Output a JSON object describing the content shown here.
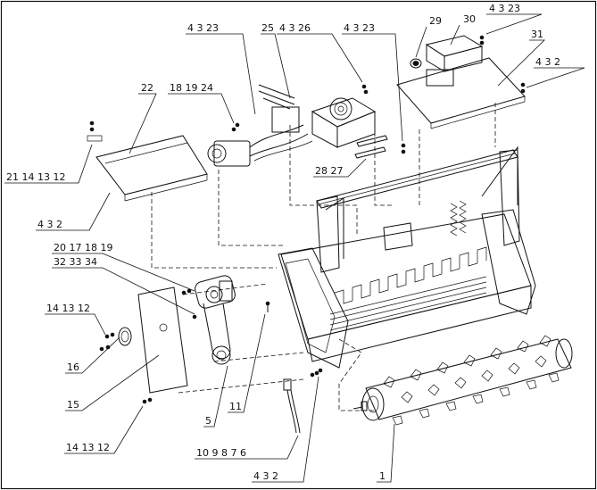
{
  "callouts": [
    {
      "id": "c1",
      "text": "4 3 23"
    },
    {
      "id": "c2",
      "text": "25"
    },
    {
      "id": "c3",
      "text": "4 3 26"
    },
    {
      "id": "c4",
      "text": "4 3 23"
    },
    {
      "id": "c5",
      "text": "29"
    },
    {
      "id": "c6",
      "text": "30"
    },
    {
      "id": "c7",
      "text": "4 3 23"
    },
    {
      "id": "c8",
      "text": "31"
    },
    {
      "id": "c9",
      "text": "4 3 2"
    },
    {
      "id": "c10",
      "text": "22"
    },
    {
      "id": "c11",
      "text": "18 19 24"
    },
    {
      "id": "c12",
      "text": "21 14 13 12"
    },
    {
      "id": "c13",
      "text": "4 3 2"
    },
    {
      "id": "c14",
      "text": "28 27"
    },
    {
      "id": "c15",
      "text": "20 17 18 19"
    },
    {
      "id": "c16",
      "text": "32 33 34"
    },
    {
      "id": "c17",
      "text": "14 13 12"
    },
    {
      "id": "c18",
      "text": "16"
    },
    {
      "id": "c19",
      "text": "15"
    },
    {
      "id": "c20",
      "text": "5"
    },
    {
      "id": "c21",
      "text": "11"
    },
    {
      "id": "c22",
      "text": "14 13 12"
    },
    {
      "id": "c23",
      "text": "10 9 8 7 6"
    },
    {
      "id": "c24",
      "text": "4 3 2"
    },
    {
      "id": "c25",
      "text": "1"
    }
  ]
}
